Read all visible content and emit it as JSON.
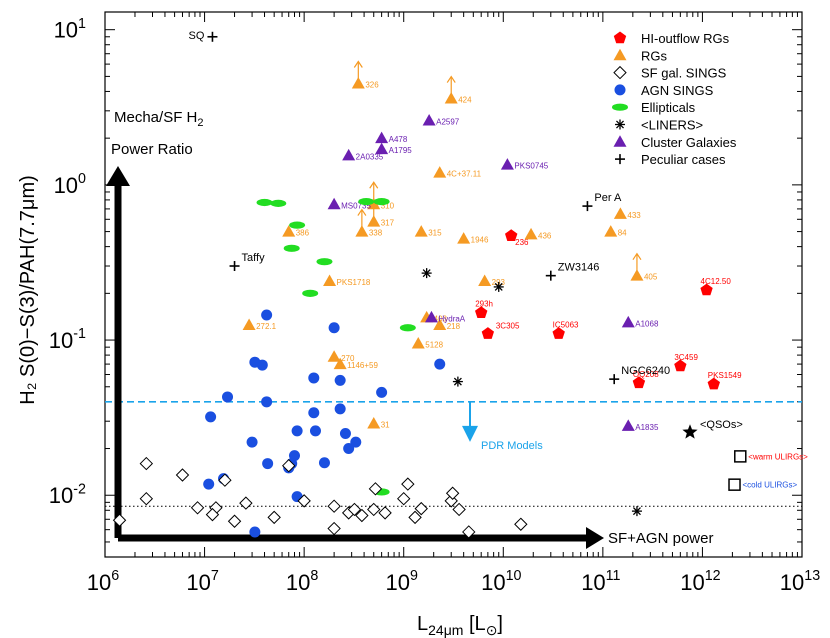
{
  "chart_data": {
    "type": "scatter",
    "xlabel": {
      "main": "L",
      "sub": "24μm",
      "unit": "[L",
      "unit_symbol": "⊙",
      "unit_close": "]"
    },
    "ylabel": "H₂ S(0)−S(3)/PAH(7.7μm)",
    "xscale": "log",
    "yscale": "log",
    "xlim": [
      1000000.0,
      10000000000000.0
    ],
    "ylim": [
      0.004,
      13
    ],
    "x_tick_labels": [
      {
        "base": "10",
        "exp": "6"
      },
      {
        "base": "10",
        "exp": "7"
      },
      {
        "base": "10",
        "exp": "8"
      },
      {
        "base": "10",
        "exp": "9"
      },
      {
        "base": "10",
        "exp": "10"
      },
      {
        "base": "10",
        "exp": "11"
      },
      {
        "base": "10",
        "exp": "12"
      },
      {
        "base": "10",
        "exp": "13"
      }
    ],
    "y_tick_labels": [
      {
        "base": "10",
        "exp": "-2"
      },
      {
        "base": "10",
        "exp": "-1"
      },
      {
        "base": "10",
        "exp": "0"
      },
      {
        "base": "10",
        "exp": "1"
      }
    ],
    "legend": {
      "position": "top-right",
      "items": [
        {
          "label": "HI-outflow RGs",
          "marker": "pentagon",
          "color": "#ff0000"
        },
        {
          "label": "RGs",
          "marker": "triangle",
          "color": "#f59a23"
        },
        {
          "label": "SF gal. SINGS",
          "marker": "diamond-open",
          "color": "#000000"
        },
        {
          "label": "AGN SINGS",
          "marker": "circle",
          "color": "#1a4fe0"
        },
        {
          "label": "Ellipticals",
          "marker": "ellipse",
          "color": "#22dd22"
        },
        {
          "label": "<LINERS>",
          "marker": "asterisk",
          "color": "#000000"
        },
        {
          "label": "Cluster Galaxies",
          "marker": "triangle",
          "color": "#6a1fb0"
        },
        {
          "label": "Peculiar cases",
          "marker": "plus",
          "color": "#000000"
        }
      ]
    },
    "annotations": {
      "mecha_line1": {
        "text": "Mecha/SF H",
        "sub": "2"
      },
      "mecha_line2": "Power Ratio",
      "sf_agn": "SF+AGN power",
      "pdr": "PDR Models",
      "pdr_y": 0.04,
      "sings_line_y": 0.0085
    },
    "series": [
      {
        "name": "HI-outflow RGs",
        "marker": "pentagon",
        "color": "#ff0000",
        "points": [
          {
            "x": 1100000000000.0,
            "y": 0.21,
            "label": "4C12.50"
          },
          {
            "x": 6000000000.0,
            "y": 0.15,
            "label": "293h"
          },
          {
            "x": 7000000000.0,
            "y": 0.11,
            "label": "3C305"
          },
          {
            "x": 36000000000.0,
            "y": 0.11,
            "label": "IC5063"
          },
          {
            "x": 12000000000.0,
            "y": 0.47,
            "label": "236"
          },
          {
            "x": 600000000000.0,
            "y": 0.068,
            "label": "3C459"
          },
          {
            "x": 230000000000.0,
            "y": 0.053,
            "label": "OQ208"
          },
          {
            "x": 1300000000000.0,
            "y": 0.052,
            "label": "PKS1549"
          }
        ]
      },
      {
        "name": "RGs",
        "marker": "triangle",
        "color": "#f59a23",
        "points": [
          {
            "x": 350000000.0,
            "y": 4.5,
            "label": "326",
            "arrow": true
          },
          {
            "x": 3000000000.0,
            "y": 3.6,
            "label": "424",
            "arrow": true
          },
          {
            "x": 2300000000.0,
            "y": 1.2,
            "label": "4C+37.11"
          },
          {
            "x": 500000000.0,
            "y": 0.75,
            "label": "310",
            "arrow": true
          },
          {
            "x": 500000000.0,
            "y": 0.58,
            "label": "317",
            "arrow": true
          },
          {
            "x": 380000000.0,
            "y": 0.5,
            "label": "338",
            "arrow": true
          },
          {
            "x": 70000000.0,
            "y": 0.5,
            "label": "386"
          },
          {
            "x": 1500000000.0,
            "y": 0.5,
            "label": "315"
          },
          {
            "x": 4000000000.0,
            "y": 0.45,
            "label": "1946"
          },
          {
            "x": 19000000000.0,
            "y": 0.48,
            "label": "436"
          },
          {
            "x": 120000000000.0,
            "y": 0.5,
            "label": "84"
          },
          {
            "x": 150000000000.0,
            "y": 0.65,
            "label": "433"
          },
          {
            "x": 220000000000.0,
            "y": 0.26,
            "label": "405",
            "arrow": true
          },
          {
            "x": 180000000.0,
            "y": 0.24,
            "label": "PKS1718"
          },
          {
            "x": 6500000000.0,
            "y": 0.24,
            "label": "293"
          },
          {
            "x": 28000000.0,
            "y": 0.125,
            "label": "272.1"
          },
          {
            "x": 1700000000.0,
            "y": 0.14,
            "label": "403"
          },
          {
            "x": 2300000000.0,
            "y": 0.125,
            "label": "218"
          },
          {
            "x": 1400000000.0,
            "y": 0.095,
            "label": "5128"
          },
          {
            "x": 200000000.0,
            "y": 0.078,
            "label": "270"
          },
          {
            "x": 230000000.0,
            "y": 0.07,
            "label": "1146+59"
          },
          {
            "x": 500000000.0,
            "y": 0.029,
            "label": "31"
          }
        ]
      },
      {
        "name": "Cluster Galaxies",
        "marker": "triangle",
        "color": "#6a1fb0",
        "points": [
          {
            "x": 1800000000.0,
            "y": 2.6,
            "label": "A2597"
          },
          {
            "x": 600000000.0,
            "y": 2.0,
            "label": "A478"
          },
          {
            "x": 600000000.0,
            "y": 1.7,
            "label": "A1795"
          },
          {
            "x": 280000000.0,
            "y": 1.55,
            "label": "2A0335"
          },
          {
            "x": 11000000000.0,
            "y": 1.35,
            "label": "PKS0745"
          },
          {
            "x": 200000000.0,
            "y": 0.75,
            "label": "MS0735"
          },
          {
            "x": 1900000000.0,
            "y": 0.14,
            "label": "HydraA"
          },
          {
            "x": 180000000000.0,
            "y": 0.13,
            "label": "A1068"
          },
          {
            "x": 180000000000.0,
            "y": 0.028,
            "label": "A1835"
          }
        ]
      },
      {
        "name": "Ellipticals",
        "marker": "ellipse",
        "color": "#22dd22",
        "points": [
          {
            "x": 40000000.0,
            "y": 0.77
          },
          {
            "x": 55000000.0,
            "y": 0.76
          },
          {
            "x": 85000000.0,
            "y": 0.55
          },
          {
            "x": 75000000.0,
            "y": 0.39
          },
          {
            "x": 160000000.0,
            "y": 0.32
          },
          {
            "x": 115000000.0,
            "y": 0.2
          },
          {
            "x": 420000000.0,
            "y": 0.78
          },
          {
            "x": 600000000.0,
            "y": 0.78
          },
          {
            "x": 1100000000.0,
            "y": 0.12
          },
          {
            "x": 600000000.0,
            "y": 0.0105
          }
        ]
      },
      {
        "name": "AGN SINGS",
        "marker": "circle",
        "color": "#1a4fe0",
        "points": [
          {
            "x": 42000000.0,
            "y": 0.145
          },
          {
            "x": 200000000.0,
            "y": 0.12
          },
          {
            "x": 38000000.0,
            "y": 0.069
          },
          {
            "x": 32000000.0,
            "y": 0.072
          },
          {
            "x": 125000000.0,
            "y": 0.057
          },
          {
            "x": 230000000.0,
            "y": 0.055
          },
          {
            "x": 2300000000.0,
            "y": 0.07
          },
          {
            "x": 17000000.0,
            "y": 0.043
          },
          {
            "x": 42000000.0,
            "y": 0.04
          },
          {
            "x": 600000000.0,
            "y": 0.046
          },
          {
            "x": 11500000.0,
            "y": 0.032
          },
          {
            "x": 230000000.0,
            "y": 0.036
          },
          {
            "x": 125000000.0,
            "y": 0.034
          },
          {
            "x": 85000000.0,
            "y": 0.026
          },
          {
            "x": 130000000.0,
            "y": 0.026
          },
          {
            "x": 260000000.0,
            "y": 0.025
          },
          {
            "x": 30000000.0,
            "y": 0.022
          },
          {
            "x": 80000000.0,
            "y": 0.018
          },
          {
            "x": 75000000.0,
            "y": 0.016
          },
          {
            "x": 160000000.0,
            "y": 0.0162
          },
          {
            "x": 330000000.0,
            "y": 0.022
          },
          {
            "x": 280000000.0,
            "y": 0.02
          },
          {
            "x": 43000000.0,
            "y": 0.016
          },
          {
            "x": 11000000.0,
            "y": 0.0118
          },
          {
            "x": 15500000.0,
            "y": 0.0128
          },
          {
            "x": 70000000.0,
            "y": 0.015
          },
          {
            "x": 85000000.0,
            "y": 0.0098
          },
          {
            "x": 32000000.0,
            "y": 0.0058
          }
        ]
      },
      {
        "name": "SF gal. SINGS",
        "marker": "diamond-open",
        "color": "#000000",
        "points": [
          {
            "x": 2600000.0,
            "y": 0.016
          },
          {
            "x": 2600000.0,
            "y": 0.0095
          },
          {
            "x": 1400000.0,
            "y": 0.0069
          },
          {
            "x": 6000000.0,
            "y": 0.0135
          },
          {
            "x": 8500000.0,
            "y": 0.0083
          },
          {
            "x": 13000000.0,
            "y": 0.0083
          },
          {
            "x": 16000000.0,
            "y": 0.0125
          },
          {
            "x": 12000000.0,
            "y": 0.0075
          },
          {
            "x": 20000000.0,
            "y": 0.0068
          },
          {
            "x": 26000000.0,
            "y": 0.0089
          },
          {
            "x": 50000000.0,
            "y": 0.0072
          },
          {
            "x": 70000000.0,
            "y": 0.0155
          },
          {
            "x": 100000000.0,
            "y": 0.0092
          },
          {
            "x": 200000000.0,
            "y": 0.0085
          },
          {
            "x": 200000000.0,
            "y": 0.0061
          },
          {
            "x": 280000000.0,
            "y": 0.0077
          },
          {
            "x": 320000000.0,
            "y": 0.0081
          },
          {
            "x": 380000000.0,
            "y": 0.0074
          },
          {
            "x": 500000000.0,
            "y": 0.0081
          },
          {
            "x": 520000000.0,
            "y": 0.011
          },
          {
            "x": 650000000.0,
            "y": 0.0077
          },
          {
            "x": 1000000000.0,
            "y": 0.0095
          },
          {
            "x": 1100000000.0,
            "y": 0.0118
          },
          {
            "x": 1300000000.0,
            "y": 0.0072
          },
          {
            "x": 1500000000.0,
            "y": 0.0082
          },
          {
            "x": 3000000000.0,
            "y": 0.0092
          },
          {
            "x": 3100000000.0,
            "y": 0.0103
          },
          {
            "x": 3600000000.0,
            "y": 0.0081
          },
          {
            "x": 4500000000.0,
            "y": 0.0058
          },
          {
            "x": 15000000000.0,
            "y": 0.0065
          }
        ]
      },
      {
        "name": "<LINERS>",
        "marker": "asterisk",
        "color": "#000000",
        "points": [
          {
            "x": 1700000000.0,
            "y": 0.27
          },
          {
            "x": 9000000000.0,
            "y": 0.22
          },
          {
            "x": 3500000000.0,
            "y": 0.054
          },
          {
            "x": 220000000000.0,
            "y": 0.0079
          }
        ]
      },
      {
        "name": "Peculiar cases",
        "marker": "plus",
        "color": "#000000",
        "points": [
          {
            "x": 12000000.0,
            "y": 9,
            "label": "SQ"
          },
          {
            "x": 20000000.0,
            "y": 0.3,
            "label": "Taffy"
          },
          {
            "x": 70000000000.0,
            "y": 0.73,
            "label": "Per A"
          },
          {
            "x": 30000000000.0,
            "y": 0.26,
            "label": "ZW3146"
          },
          {
            "x": 130000000000.0,
            "y": 0.056,
            "label": "NGC6240"
          }
        ]
      },
      {
        "name": "<QSOs>",
        "marker": "star",
        "color": "#000000",
        "points": [
          {
            "x": 750000000000.0,
            "y": 0.0255,
            "label": "<QSOs>"
          }
        ]
      },
      {
        "name": "<warm ULIRGs>",
        "marker": "square-open",
        "color": "#000000",
        "points": [
          {
            "x": 2400000000000.0,
            "y": 0.0178,
            "label": "<warm ULIRGs>",
            "label_color": "#ff0000"
          }
        ]
      },
      {
        "name": "<cold ULIRGs>",
        "marker": "square-open",
        "color": "#000000",
        "points": [
          {
            "x": 2100000000000.0,
            "y": 0.0117,
            "label": "<cold ULIRGs>",
            "label_color": "#1a4fe0"
          }
        ]
      }
    ]
  }
}
